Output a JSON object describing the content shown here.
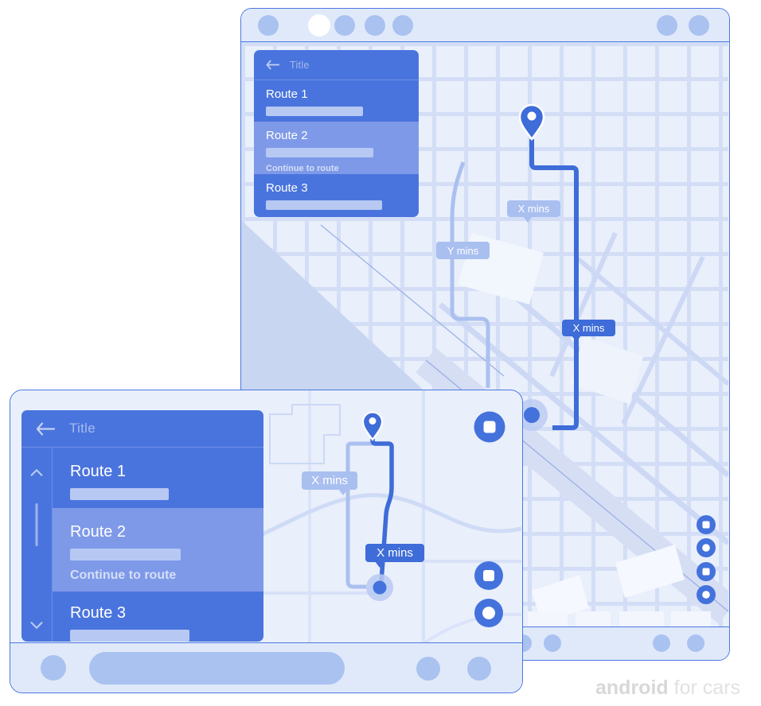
{
  "back_screen": {
    "panel": {
      "title": "Title",
      "routes": [
        {
          "name": "Route 1"
        },
        {
          "name": "Route 2",
          "action": "Continue to route"
        },
        {
          "name": "Route 3"
        }
      ]
    },
    "map_labels": {
      "alt_a": "X mins",
      "alt_b": "Y mins",
      "primary": "X mins"
    }
  },
  "front_screen": {
    "panel": {
      "title": "Title",
      "routes": [
        {
          "name": "Route 1"
        },
        {
          "name": "Route 2",
          "action": "Continue to route"
        },
        {
          "name": "Route 3"
        }
      ]
    },
    "map_labels": {
      "alt": "X mins",
      "primary": "X mins"
    }
  },
  "watermark": {
    "brand": "android",
    "product": "for cars"
  },
  "colors": {
    "accent_blue": "#4a74dd",
    "selected_row": "#7e99e8",
    "route_primary": "#3e6cd8",
    "route_alternate": "#abc0ef",
    "placeholder_bar": "#b7c9f3",
    "map_background": "#e9effb"
  }
}
